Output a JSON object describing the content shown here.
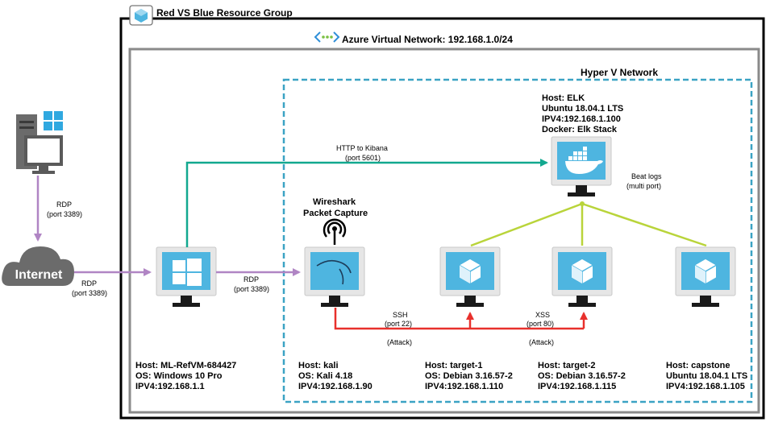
{
  "groups": {
    "resource_group": "Red VS Blue Resource Group",
    "vnet": "Azure Virtual Network: 192.168.1.0/24",
    "hyperv": "Hyper V Network"
  },
  "clouds": {
    "internet": "Internet"
  },
  "edges": {
    "rdp_client_label": "RDP",
    "rdp_client_port": "(port 3389)",
    "rdp_internet_label": "RDP",
    "rdp_internet_port": "(port 3389)",
    "rdp_kali_label": "RDP",
    "rdp_kali_port": "(port 3389)",
    "kibana_label": "HTTP to Kibana",
    "kibana_port": "(port 5601)",
    "beats_label": "Beat logs",
    "beats_port": "(multi port)",
    "ssh_label": "SSH",
    "ssh_port": "(port 22)",
    "ssh_attack": "(Attack)",
    "xss_label": "XSS",
    "xss_port": "(port 80)",
    "xss_attack": "(Attack)"
  },
  "wireshark": {
    "line1": "Wireshark",
    "line2": "Packet Capture"
  },
  "hosts": {
    "elk": [
      "Host: ELK",
      "Ubuntu 18.04.1 LTS",
      "IPV4:192.168.1.100",
      "Docker: Elk Stack"
    ],
    "jump": [
      "Host: ML-RefVM-684427",
      "OS: Windows 10 Pro",
      "IPV4:192.168.1.1"
    ],
    "kali": [
      "Host: kali",
      "OS: Kali 4.18",
      "IPV4:192.168.1.90"
    ],
    "target1": [
      "Host: target-1",
      "OS: Debian 3.16.57-2",
      "IPV4:192.168.1.110"
    ],
    "target2": [
      "Host: target-2",
      "OS: Debian 3.16.57-2",
      "IPV4:192.168.1.115"
    ],
    "capstone": [
      "Host: capstone",
      "Ubuntu 18.04.1 LTS",
      "IPV4:192.168.1.105"
    ]
  },
  "colors": {
    "rdp": "#b085c4",
    "kibana": "#12a88f",
    "beats": "#b9d43a",
    "attack": "#e8302c",
    "monitor_frame": "#e6e6e6",
    "screen": "#4eb5e0",
    "hyperv_border": "#3ba3c4"
  }
}
